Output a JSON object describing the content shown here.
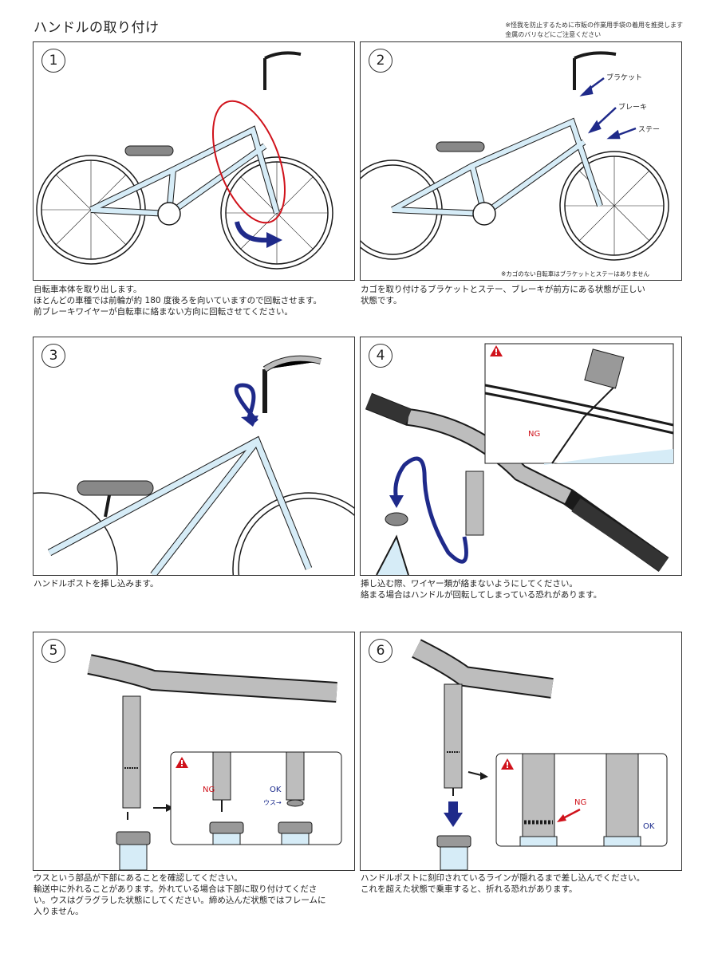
{
  "title": "ハンドルの取り付け",
  "notes": [
    "※怪我を防止するために市販の作業用手袋の着用を推奨します",
    "金属のバリなどにご注意ください"
  ],
  "steps": [
    {
      "num": "1",
      "lines": [
        "自転車本体を取り出します。",
        "ほとんどの車種では前輪が約 180 度後ろを向いていますので回転させます。",
        "前ブレーキワイヤーが自転車に絡まない方向に回転させてください。"
      ]
    },
    {
      "num": "2",
      "lines": [
        "カゴを取り付けるブラケットとステー、ブレーキが前方にある状態が正しい",
        "状態です。"
      ],
      "labels": {
        "bracket": "ブラケット",
        "brake": "ブレーキ",
        "stay": "ステー"
      },
      "footnote": "※カゴのない自転車はブラケットとステーはありません"
    },
    {
      "num": "3",
      "lines": [
        "ハンドルポストを挿し込みます。"
      ]
    },
    {
      "num": "4",
      "lines": [
        "挿し込む際、ワイヤー類が絡まないようにしてください。",
        "絡まる場合はハンドルが回転してしまっている恐れがあります。"
      ],
      "ng": "NG"
    },
    {
      "num": "5",
      "lines": [
        "ウスという部品が下部にあることを確認してください。",
        "輸送中に外れることがあります。外れている場合は下部に取り付けてくださ",
        "い。ウスはグラグラした状態にしてください。締め込んだ状態ではフレームに",
        "入りません。"
      ],
      "ng": "NG",
      "ok": "OK",
      "usu": "ウス→"
    },
    {
      "num": "6",
      "lines": [
        "ハンドルポストに刻印されているラインが隠れるまで差し込んでください。",
        "これを超えた状態で乗車すると、折れる恐れがあります。"
      ],
      "ng": "NG",
      "ok": "OK"
    }
  ],
  "colors": {
    "frame": "#d6ecf7",
    "stroke": "#1a1a1a",
    "arrow": "#1f2a8a",
    "ng": "#d0121b",
    "grey": "#b3b3b3"
  }
}
